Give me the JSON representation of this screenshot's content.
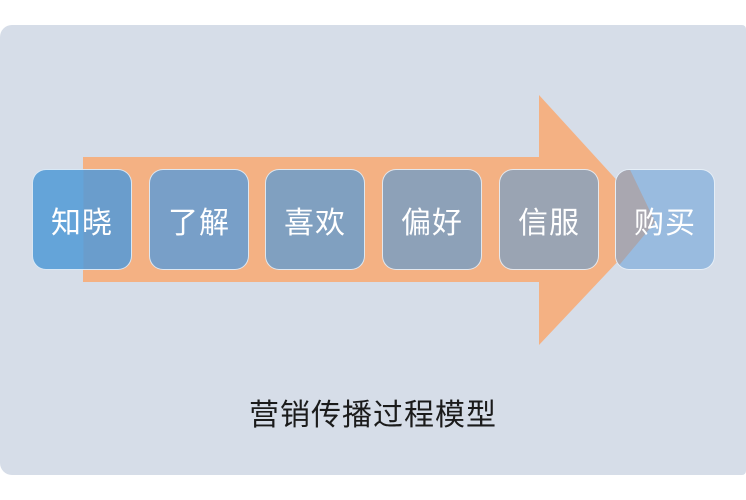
{
  "diagram": {
    "title": "营销传播过程模型",
    "stages": [
      {
        "label": "知晓",
        "color": "#64A4D9"
      },
      {
        "label": "了解",
        "color": "#789FC8"
      },
      {
        "label": "喜欢",
        "color": "#80A0C0"
      },
      {
        "label": "偏好",
        "color": "#8DA1B8"
      },
      {
        "label": "信服",
        "color": "#9AA4B3"
      },
      {
        "label": "购买",
        "color": "#99BBDF"
      }
    ],
    "arrow": {
      "color": "#F4B183",
      "icon": "right-arrow-icon"
    },
    "background_color": "#D6DDE8"
  }
}
